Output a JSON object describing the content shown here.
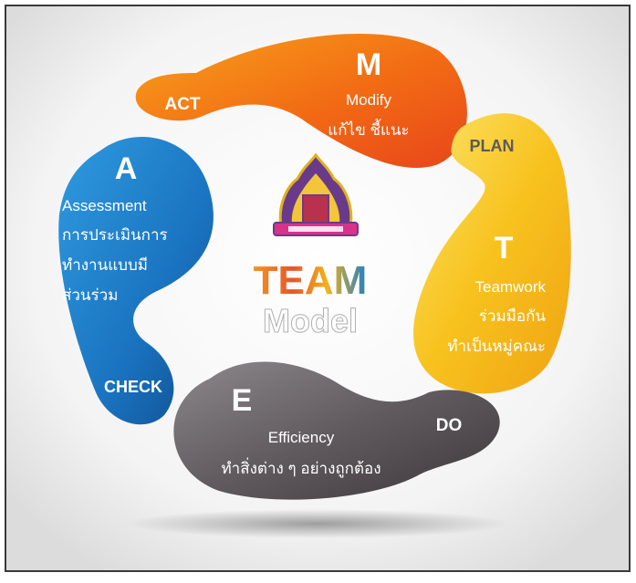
{
  "diagram": {
    "center": {
      "title_team": "TEAM",
      "title_model": "Model",
      "team_colors": [
        "#f29422",
        "#e8552a",
        "#f2b21d",
        "#1f7fc6"
      ],
      "model_color": "#ffffff"
    },
    "segments": {
      "modify": {
        "letter": "M",
        "label_en": "Modify",
        "label_th": "แก้ไข ชี้แนะ",
        "phase": "ACT",
        "color": "#f06a14"
      },
      "teamwork": {
        "letter": "T",
        "label_en": "Teamwork",
        "label_th_1": "ร่วมมือกัน",
        "label_th_2": "ทำเป็นหมู่คณะ",
        "phase": "PLAN",
        "color": "#f5b81c"
      },
      "efficiency": {
        "letter": "E",
        "label_en": "Efficiency",
        "label_th": "ทำสิ่งต่าง ๆ อย่างถูกต้อง",
        "phase": "DO",
        "color": "#6a6468"
      },
      "assessment": {
        "letter": "A",
        "label_en": "Assessment",
        "label_th_1": "การประเมินการ",
        "label_th_2": "ทำงานแบบมี",
        "label_th_3": "ส่วนร่วม",
        "phase": "CHECK",
        "color": "#1f7fc6"
      }
    }
  }
}
